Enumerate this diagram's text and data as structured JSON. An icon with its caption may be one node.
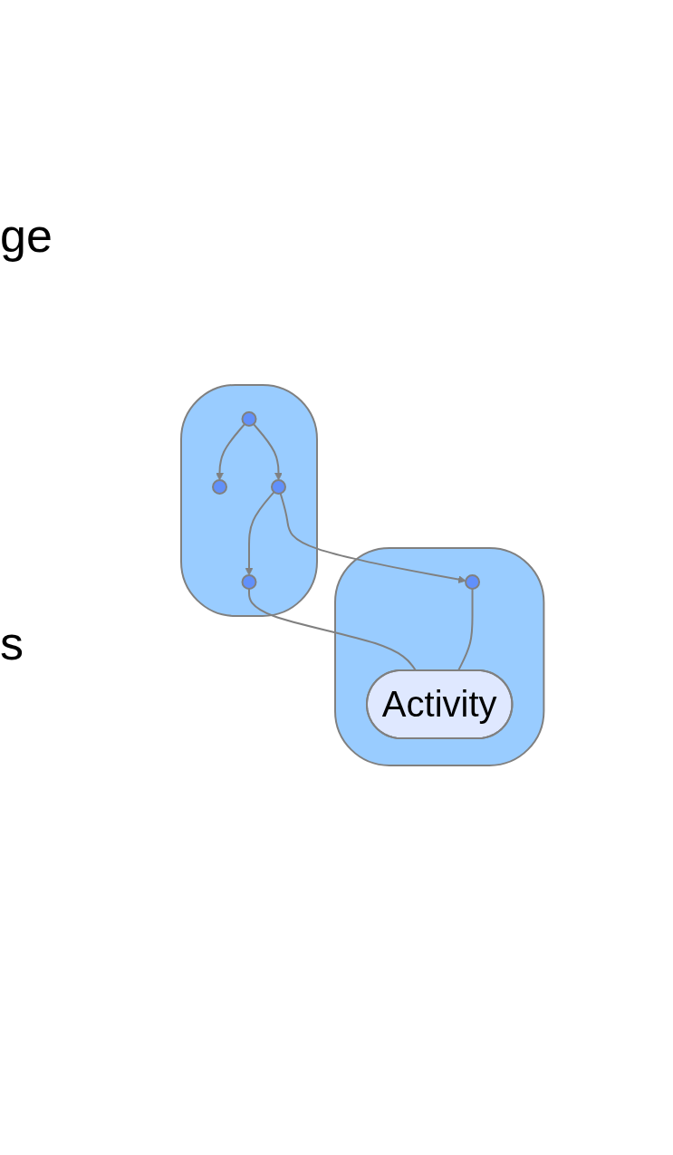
{
  "diagram": {
    "nodes": [
      {
        "text": [],
        "shape": "cloud"
      },
      {
        "text": [],
        "shape": "circle",
        "in": 0
      },
      {
        "text": [],
        "shape": "circle",
        "in": 0
      },
      {
        "text": [],
        "shape": "circle",
        "in": 0
      },
      {
        "text": [],
        "shape": "circle",
        "in": 0
      },
      {
        "text": [],
        "shape": "cloud"
      },
      {
        "text": [],
        "shape": "circle",
        "in": 5
      },
      {
        "text": [
          "Activity"
        ],
        "in": 5
      }
    ],
    "edges": [
      {
        "from": 2,
        "to": 1,
        "arrow": "to"
      },
      {
        "from": 2,
        "to": 4,
        "arrow": "to"
      },
      {
        "from": 4,
        "to": 3,
        "arrow": "to"
      },
      {
        "from": 4,
        "to": 6,
        "arrow": "to"
      },
      {
        "from": 3,
        "to": 7,
        "arrow": "none"
      },
      {
        "from": 6,
        "to": 7,
        "arrow": "none"
      }
    ],
    "labels": [
      "ge",
      "s"
    ]
  }
}
